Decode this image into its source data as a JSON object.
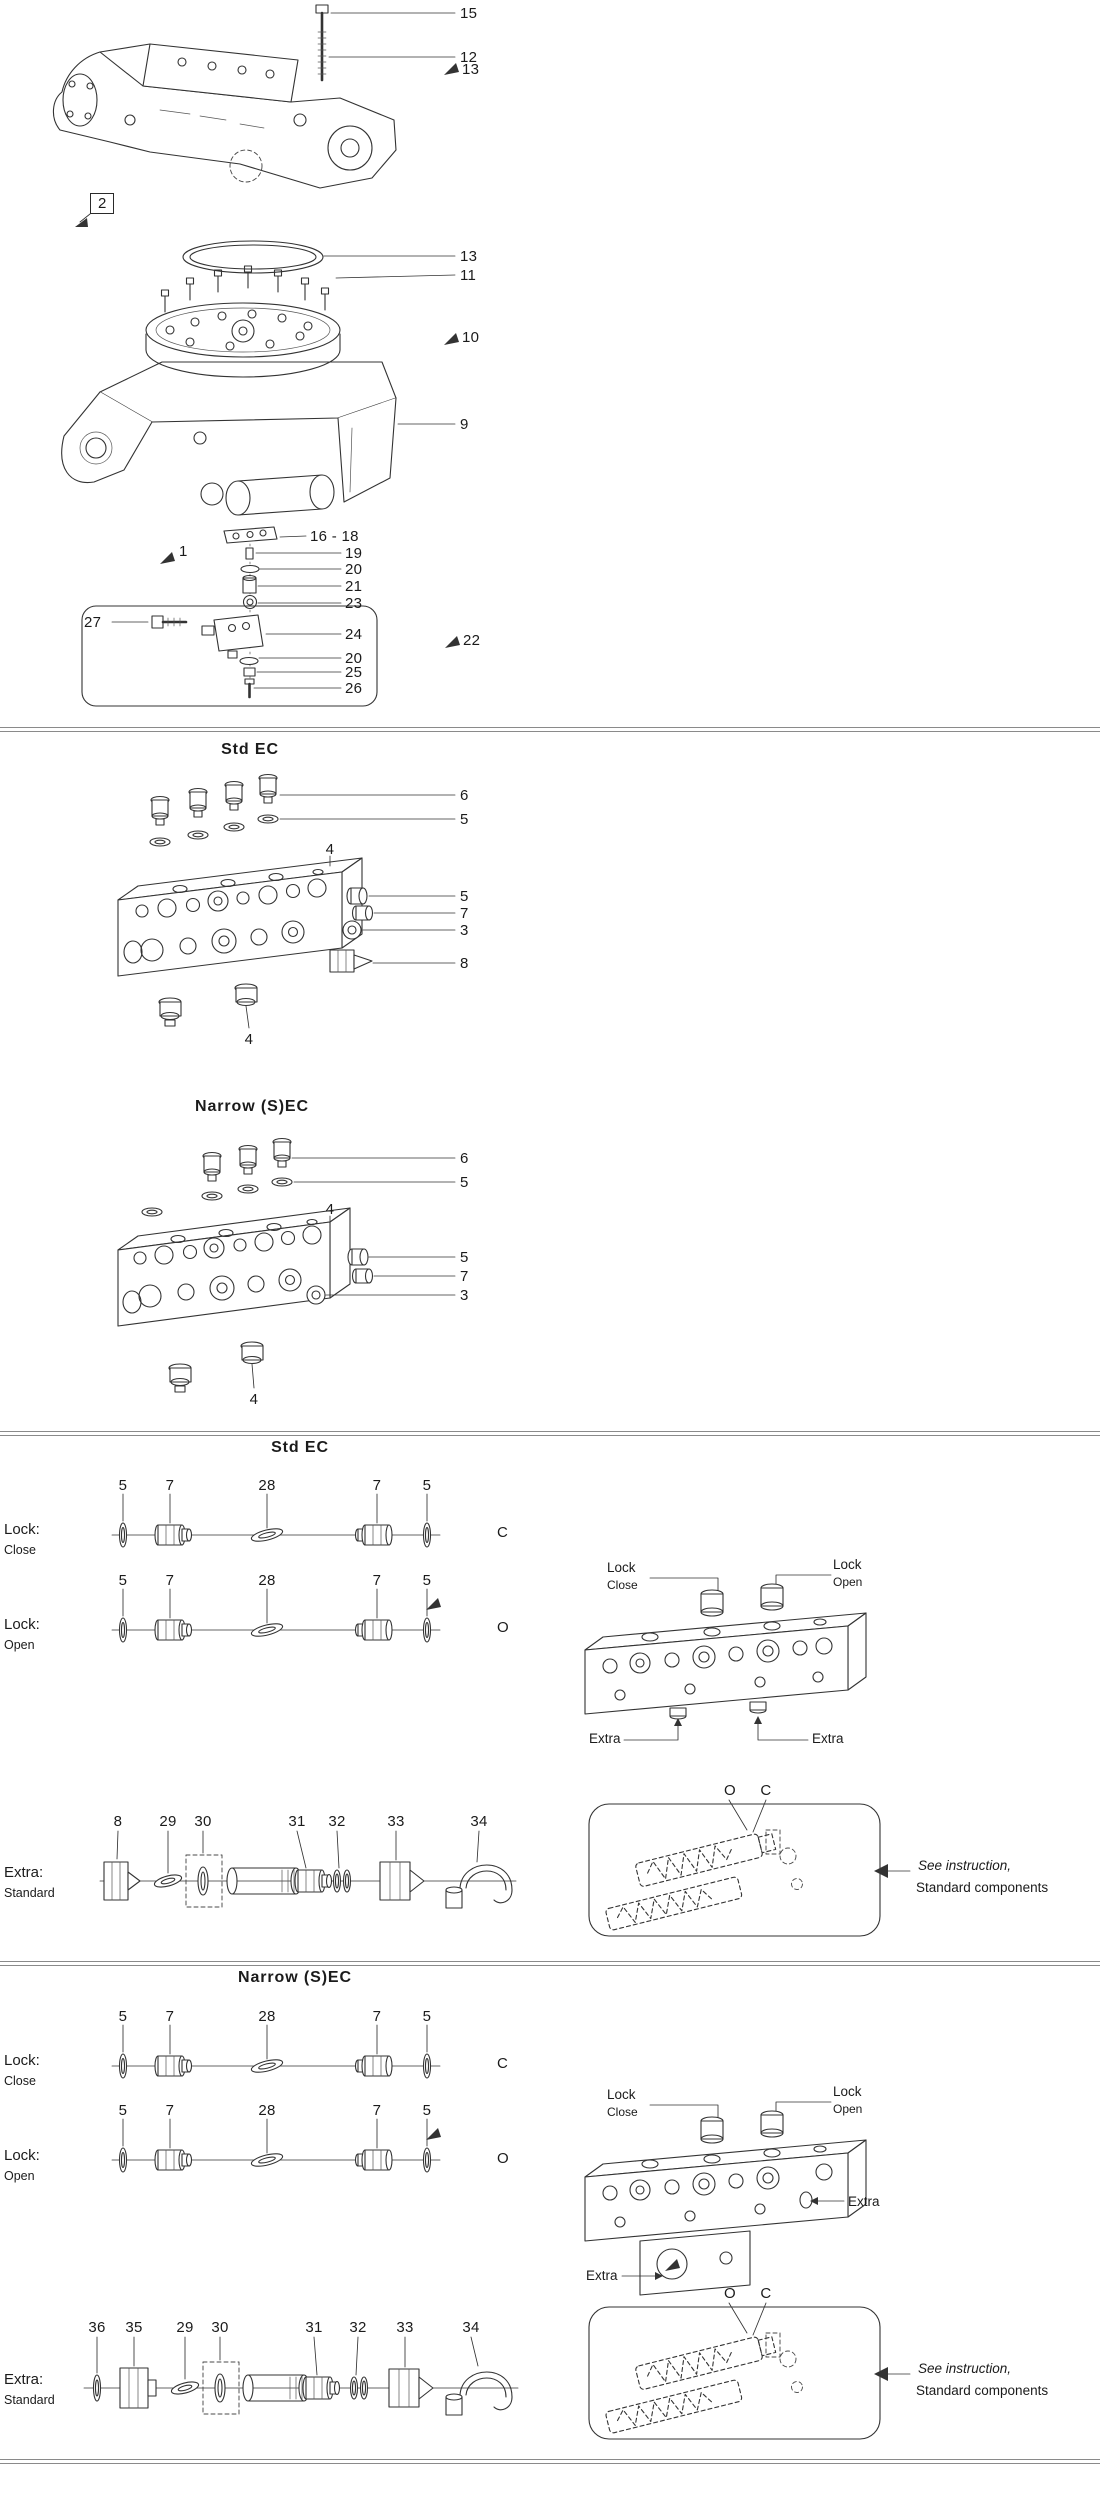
{
  "assembly": {
    "callouts": {
      "c15": "15",
      "c12": "12",
      "c13a": "13",
      "c2": "2",
      "c13b": "13",
      "c11": "11",
      "c10": "10",
      "c9": "9",
      "c1": "1",
      "c16_18": "16 - 18",
      "c19": "19",
      "c20a": "20",
      "c21": "21",
      "c23": "23",
      "c27": "27",
      "c24": "24",
      "c22": "22",
      "c20b": "20",
      "c25": "25",
      "c26": "26"
    }
  },
  "std_block": {
    "title": "Std EC",
    "callouts": {
      "c6": "6",
      "c5a": "5",
      "c4a": "4",
      "c5b": "5",
      "c7": "7",
      "c3": "3",
      "c8": "8",
      "c4b": "4"
    }
  },
  "narrow_block": {
    "title": "Narrow (S)EC",
    "callouts": {
      "c6": "6",
      "c5a": "5",
      "c4a": "4",
      "c5b": "5",
      "c7": "7",
      "c3": "3",
      "c4b": "4"
    }
  },
  "std_locks": {
    "title": "Std EC",
    "close_row": {
      "label": "Lock:",
      "sublabel": "Close",
      "numbers": [
        "5",
        "7",
        "28",
        "7",
        "5"
      ],
      "letter": "C"
    },
    "open_row": {
      "label": "Lock:",
      "sublabel": "Open",
      "numbers": [
        "5",
        "7",
        "28",
        "7",
        "5"
      ],
      "letter": "O"
    },
    "diagram": {
      "lock_close_top": "Lock",
      "lock_close_bottom": "Close",
      "lock_open_top": "Lock",
      "lock_open_bottom": "Open",
      "extra_left": "Extra",
      "extra_right": "Extra"
    },
    "extra_row": {
      "label": "Extra:",
      "sublabel": "Standard",
      "numbers": [
        "8",
        "29",
        "30",
        "31",
        "32",
        "33",
        "34"
      ]
    },
    "instruction": {
      "o": "O",
      "c": "C",
      "line1": "See instruction,",
      "line2": "Standard components"
    }
  },
  "narrow_locks": {
    "title": "Narrow (S)EC",
    "close_row": {
      "label": "Lock:",
      "sublabel": "Close",
      "numbers": [
        "5",
        "7",
        "28",
        "7",
        "5"
      ],
      "letter": "C"
    },
    "open_row": {
      "label": "Lock:",
      "sublabel": "Open",
      "numbers": [
        "5",
        "7",
        "28",
        "7",
        "5"
      ],
      "letter": "O"
    },
    "diagram": {
      "lock_close_top": "Lock",
      "lock_close_bottom": "Close",
      "lock_open_top": "Lock",
      "lock_open_bottom": "Open",
      "extra_right": "Extra",
      "extra_bottom": "Extra"
    },
    "extra_row": {
      "label": "Extra:",
      "sublabel": "Standard",
      "numbers": [
        "36",
        "35",
        "29",
        "30",
        "31",
        "32",
        "33",
        "34"
      ]
    },
    "instruction": {
      "o": "O",
      "c": "C",
      "line1": "See instruction,",
      "line2": "Standard components"
    }
  }
}
